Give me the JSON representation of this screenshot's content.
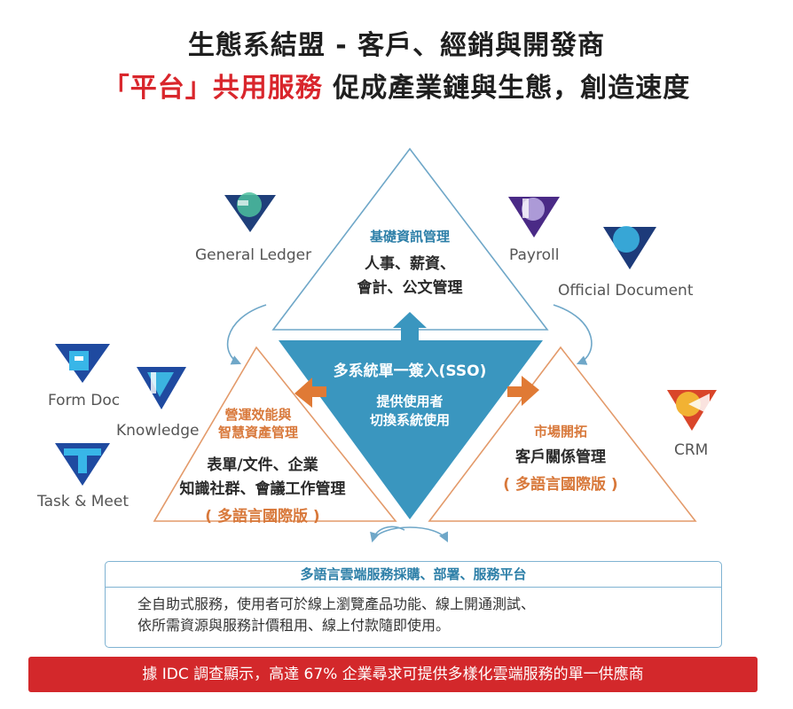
{
  "title": {
    "line1": "生態系結盟 - 客戶、經銷與開發商",
    "line2_red": "「平台」共用服務",
    "line2_dark": " 促成產業鏈與生態，創造速度"
  },
  "colors": {
    "title_red": "#d9262c",
    "blue": "#2d7fa8",
    "orange": "#d8783a",
    "banner_red": "#d3282b",
    "sso_fill": "#3a96bf"
  },
  "top_triangle": {
    "heading": "基礎資訊管理",
    "line1": "人事、薪資、",
    "line2": "會計、公文管理"
  },
  "center_triangle": {
    "heading": "多系統單一簽入(SSO)",
    "line1": "提供使用者",
    "line2": "切換系統使用"
  },
  "left_triangle": {
    "heading1": "營運效能與",
    "heading2": "智慧資產管理",
    "line1": "表單/文件、企業",
    "line2": "知識社群、會議工作管理",
    "sub": "( 多語言國際版 )"
  },
  "right_triangle": {
    "heading": "市場開拓",
    "line1": "客戶關係管理",
    "sub": "( 多語言國際版 )"
  },
  "logos": {
    "general_ledger": "General Ledger",
    "payroll": "Payroll",
    "official_document": "Official Document",
    "form_doc": "Form Doc",
    "knowledge": "Knowledge",
    "task_meet": "Task & Meet",
    "crm": "CRM"
  },
  "platform_box": {
    "heading": "多語言雲端服務採購、部署、服務平台",
    "line1": "全自助式服務，使用者可於線上瀏覽產品功能、線上開通測試、",
    "line2": "依所需資源與服務計價租用、線上付款隨即使用。"
  },
  "banner": {
    "text": "據 IDC 調查顯示，高達 67% 企業尋求可提供多樣化雲端服務的單一供應商"
  }
}
